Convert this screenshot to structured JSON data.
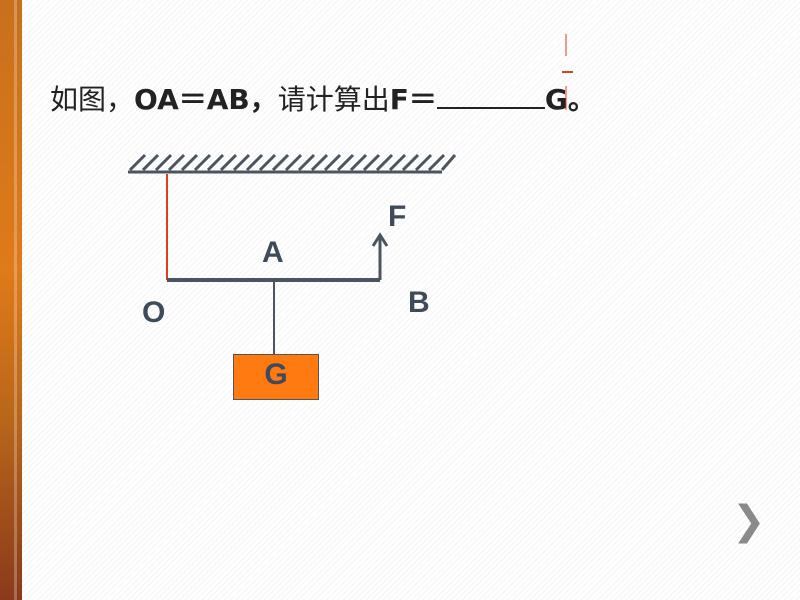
{
  "question": {
    "prefix": "如图，",
    "equation_start": "OA＝AB，",
    "middle": "请计算出",
    "F_eq": "F＝",
    "suffix": "G。"
  },
  "diagram": {
    "labels": {
      "O": "O",
      "A": "A",
      "B": "B",
      "F": "F",
      "G": "G"
    }
  },
  "navigation": {
    "next_symbol": "❯"
  },
  "colors": {
    "accent": "#e07a1a",
    "weight_fill": "#ff7a10",
    "beam": "#4a5560",
    "red_line": "#d84020"
  },
  "icons": [
    "next-chevron-icon",
    "upward-arrow-icon"
  ]
}
